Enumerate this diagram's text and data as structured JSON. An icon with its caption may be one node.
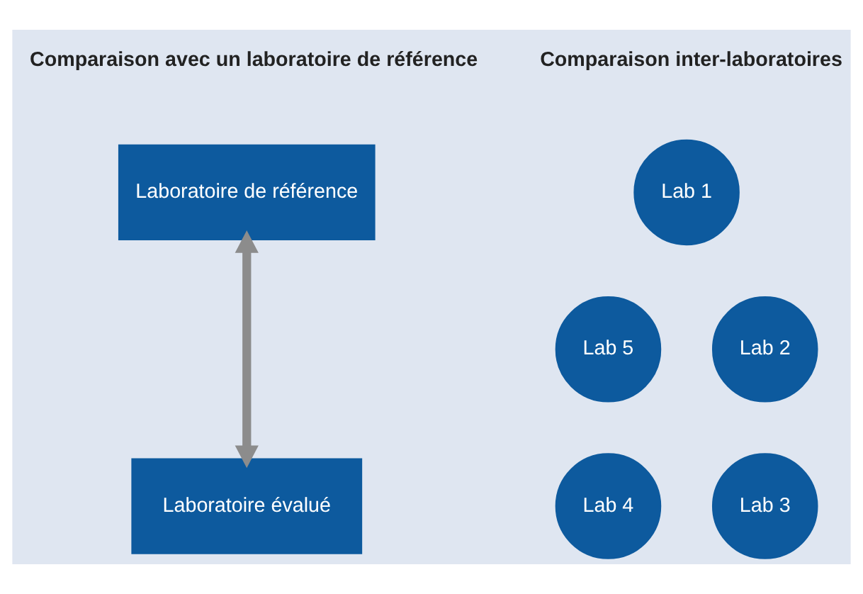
{
  "diagram": {
    "nodes": [
      {
        "text": [
          "Laboratoire de référence"
        ]
      },
      {
        "text": [
          "Laboratoire évalué"
        ]
      },
      {
        "text": [
          "Lab 1"
        ]
      },
      {
        "text": [
          "Lab 2"
        ]
      },
      {
        "text": [
          "Lab 3"
        ]
      },
      {
        "text": [
          "Lab 4"
        ]
      },
      {
        "text": [
          "Lab 5"
        ]
      }
    ],
    "edges": [
      {
        "from": 0,
        "to": 1,
        "arrow": "both"
      }
    ],
    "labels": [
      "Comparaison avec un laboratoire de référence",
      "Comparaison inter-laboratoires"
    ]
  }
}
